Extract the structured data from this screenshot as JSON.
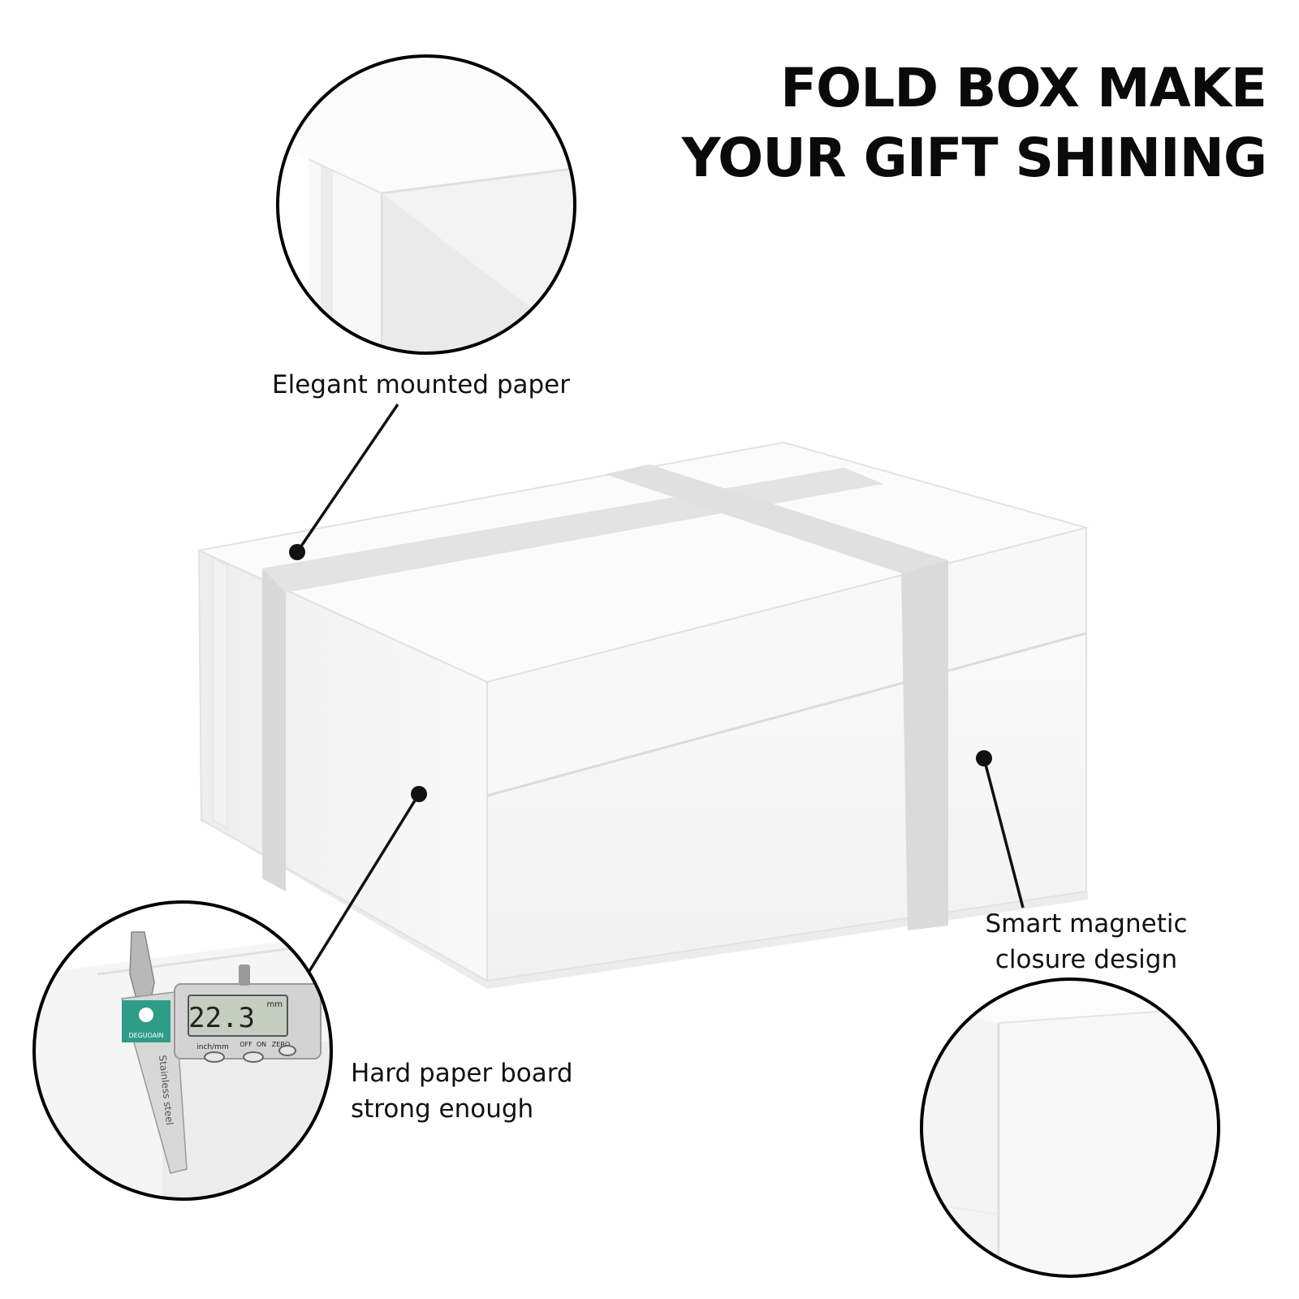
{
  "headline": {
    "line1": "FOLD BOX MAKE",
    "line2": "YOUR GIFT SHINING"
  },
  "callouts": {
    "paper": "Elegant mounted paper",
    "board_line1": "Hard paper board",
    "board_line2": "strong enough",
    "magnet_line1": "Smart magnetic",
    "magnet_line2": "closure design"
  },
  "caliper": {
    "reading": "22.3",
    "unit": "mm",
    "brand": "DEGUOAIN",
    "buttons": [
      "inch/mm",
      "OFF",
      "ON",
      "ZERO"
    ],
    "material": "Stainless steel"
  },
  "colors": {
    "background": "#ffffff",
    "box_white": "#f7f7f7",
    "ribbon": "#dcdcdc",
    "outline": "#000000",
    "caliper_brand": "#2e9c86"
  }
}
